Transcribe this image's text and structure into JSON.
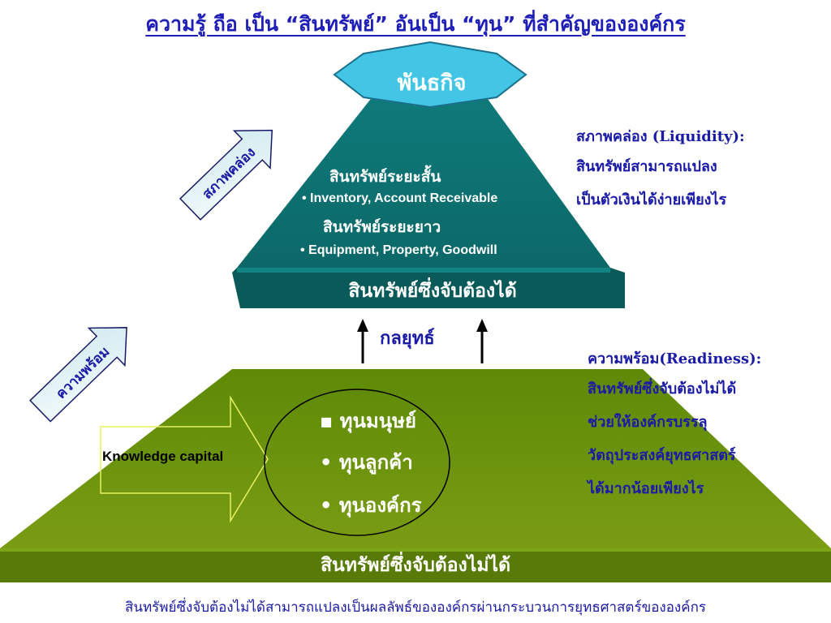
{
  "title": "ความรู้ ถือ เป็น “สินทรัพย์” อันเป็น “ทุน” ที่สำคัญขององค์กร",
  "mission": "พันธกิจ",
  "pyramid": {
    "short_term_heading": "สินทรัพย์ระยะสั้น",
    "short_term_bullet": "• Inventory, Account Receivable",
    "long_term_heading": "สินทรัพย์ระยะยาว",
    "long_term_bullet": "• Equipment, Property, Goodwill",
    "band_label": "สินทรัพย์ซึ่งจับต้องได้"
  },
  "liquidity": {
    "line1": "สภาพคล่อง (Liquidity):",
    "line2": "สินทรัพย์สามารถแปลง",
    "line3": "เป็นตัวเงินได้ง่ายเพียงไร"
  },
  "strategy_label": "กลยุทธ์",
  "readiness": {
    "line1": "ความพร้อม(Readiness):",
    "line2": "สินทรัพย์ซึ่งจับต้องไม่ได้",
    "line3": "ช่วยให้องค์กรบรรลุ",
    "line4": "วัตถุประสงค์ยุทธศาสตร์",
    "line5": "ได้มากน้อยเพียงไร"
  },
  "arrows": {
    "upper_arrow_label": "สภาพคล่อง",
    "lower_arrow_label": "ความพร้อม"
  },
  "intangible": {
    "knowledge_capital_label": "Knowledge capital",
    "capitals": [
      "▪ ทุนมนุษย์",
      "• ทุนลูกค้า",
      "• ทุนองค์กร"
    ],
    "band_label": "สินทรัพย์ซึ่งจับต้องไม่ได้"
  },
  "footer": "สินทรัพย์ซึ่งจับต้องไม่ได้สามารถแปลงเป็นผลลัพธ์ขององค์กรผ่านกระบวนการยุทธศาสตร์ขององค์กร",
  "colors": {
    "title_blue": "#1f1fb8",
    "teal_dark": "#0b5e5e",
    "teal": "#0f7474",
    "olive": "#6b8e0c",
    "olive_dark": "#4a6b06",
    "arrow_fill": "#e8f5f8"
  }
}
